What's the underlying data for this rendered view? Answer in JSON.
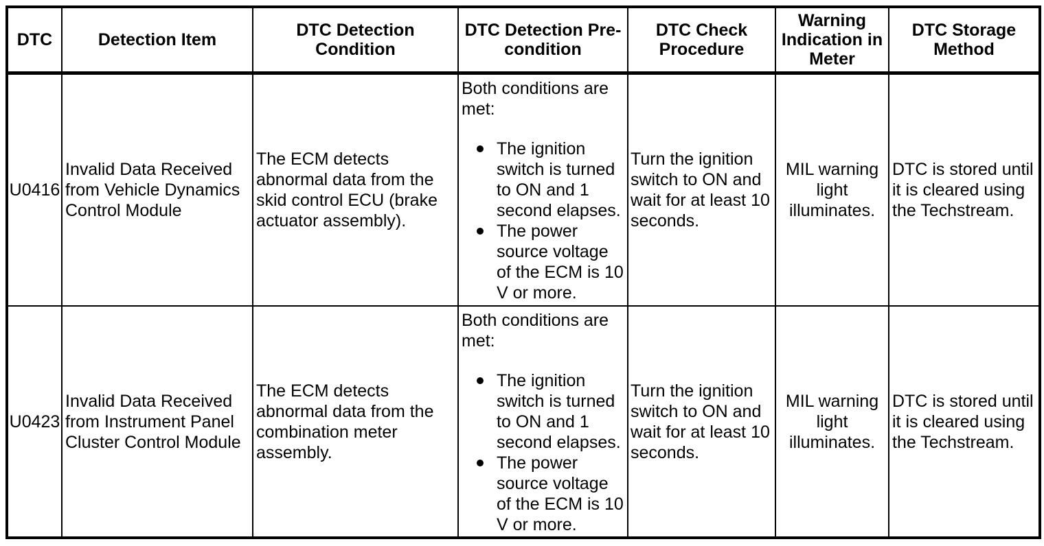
{
  "colors": {
    "background": "#ffffff",
    "border": "#000000",
    "text": "#000000"
  },
  "table": {
    "headers": [
      "DTC",
      "Detection Item",
      "DTC Detection Condition",
      "DTC Detection Pre-condition",
      "DTC Check Procedure",
      "Warning Indication in Meter",
      "DTC Storage Method"
    ],
    "rows": [
      {
        "dtc": "U0416",
        "detection_item": "Invalid Data Received from Vehicle Dynamics Control Module",
        "detection_condition": "The ECM detects abnormal data from the skid control ECU (brake actuator assembly).",
        "precondition": {
          "intro": "Both conditions are met:",
          "bullets": [
            "The ignition switch is turned to ON and 1 second elapses.",
            "The power source voltage of the ECM is 10 V or more."
          ]
        },
        "check_procedure": "Turn the ignition switch to ON and wait for at least 10 seconds.",
        "warning_indication": "MIL warning light illuminates.",
        "storage_method": "DTC is stored until it is cleared using the Techstream."
      },
      {
        "dtc": "U0423",
        "detection_item": "Invalid Data Received from Instrument Panel Cluster Control Module",
        "detection_condition": "The ECM detects abnormal data from the combination meter assembly.",
        "precondition": {
          "intro": "Both conditions are met:",
          "bullets": [
            "The ignition switch is turned to ON and 1 second elapses.",
            "The power source voltage of the ECM is 10 V or more."
          ]
        },
        "check_procedure": "Turn the ignition switch to ON and wait for at least 10 seconds.",
        "warning_indication": "MIL warning light illuminates.",
        "storage_method": "DTC is stored until it is cleared using the Techstream."
      }
    ]
  }
}
